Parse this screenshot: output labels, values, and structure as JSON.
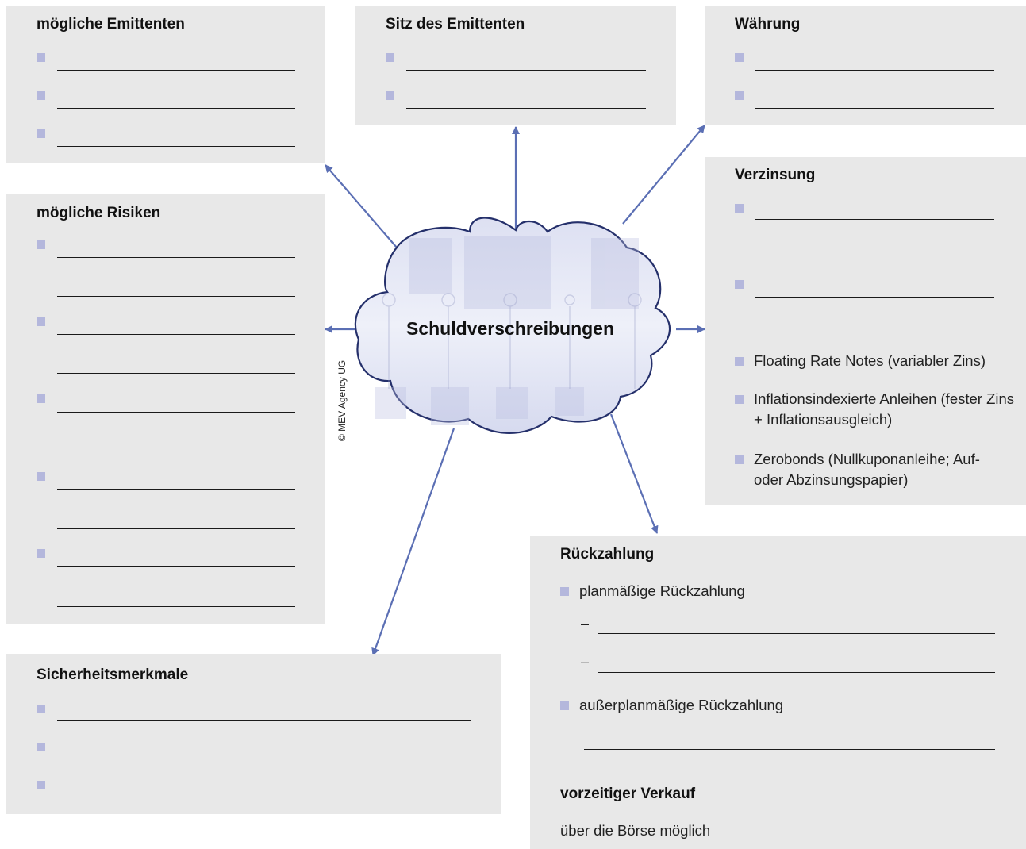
{
  "cloud": {
    "title": "Schuldverschreibungen",
    "copyright": "© MEV Agency UG"
  },
  "colors": {
    "box_bg": "#e8e8e8",
    "bullet": "#b4b7dc",
    "arrow": "#5b6fb4",
    "cloud_outline": "#25306b"
  },
  "boxes": {
    "emittenten": {
      "title": "mögliche Emittenten"
    },
    "sitz": {
      "title": "Sitz des Emittenten"
    },
    "waehrung": {
      "title": "Währung"
    },
    "verzinsung": {
      "title": "Verzinsung",
      "items": [
        "Floating Rate Notes (variabler Zins)",
        "Inflationsindexierte Anleihen (fester Zins + Inflationsausgleich)",
        "Zerobonds (Nullkuponanleihe; Auf- oder Abzinsungspapier)"
      ]
    },
    "risiken": {
      "title": "mögliche Risiken"
    },
    "sicherheit": {
      "title": "Sicherheitsmerkmale"
    },
    "rueckzahlung": {
      "title": "Rückzahlung",
      "planmaessig": "planmäßige Rückzahlung",
      "dash": "–",
      "ausserplanmaessig": "außerplanmäßige Rückzahlung",
      "verkauf_title": "vorzeitiger Verkauf",
      "verkauf_text": "über die Börse möglich"
    }
  }
}
